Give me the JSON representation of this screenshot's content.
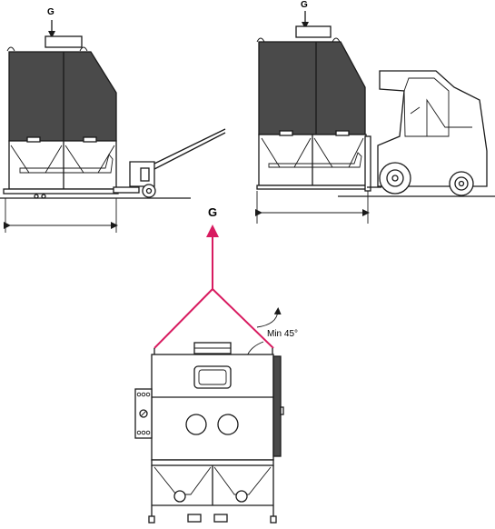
{
  "labels": {
    "weight_left": "G",
    "weight_right": "G",
    "weight_lift": "G",
    "min_angle": "Min 45°"
  },
  "colors": {
    "lift_line": "#d81b60",
    "line": "#1a1a1a",
    "panel": "#4a4a4a",
    "background": "#ffffff"
  }
}
